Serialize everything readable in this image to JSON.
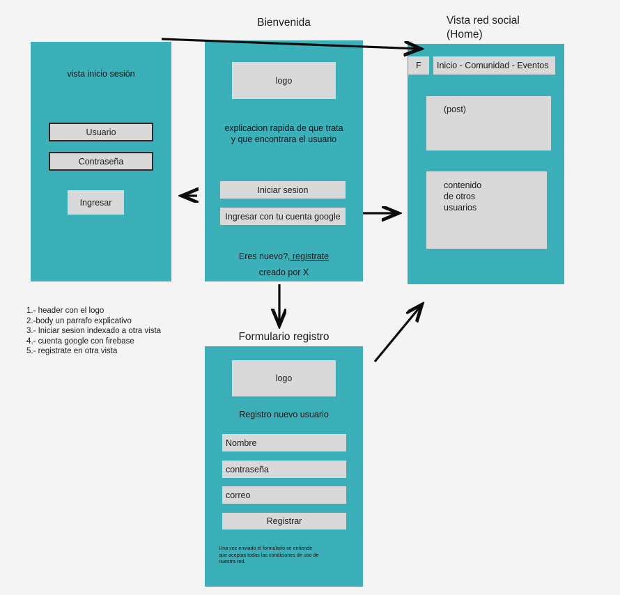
{
  "meta": {
    "background_color": "#f4f4f4",
    "panel_color": "#3cb0b8",
    "box_color": "#d9d9d9",
    "ink_color": "#1a1a1a"
  },
  "captions": {
    "welcome": "Bienvenida",
    "social": "Vista red social\n(Home)",
    "signup": "Formulario registro"
  },
  "login_panel": {
    "title": "vista inicio sesión",
    "usuario_field": "Usuario",
    "password_field": "Contraseña",
    "submit_button": "Ingresar"
  },
  "welcome_panel": {
    "logo_box": "logo",
    "description": "explicacion rapida de que trata\ny que encontrara el usuario",
    "login_button": "Iniciar sesion",
    "google_button": "Ingresar con tu cuenta google",
    "signup_prompt": "Eres nuevo?,",
    "signup_link": " registrate",
    "credit": "creado por X"
  },
  "social_panel": {
    "brand_badge": "F",
    "nav_bar": "Inicio - Comunidad - Eventos",
    "post_box": "(post)",
    "feed_box": "contenido\nde otros\nusuarios"
  },
  "signup_panel": {
    "logo_box": "logo",
    "subtitle": "Registro nuevo usuario",
    "name_field": "Nombre",
    "password_field": "contraseña",
    "email_field": "correo",
    "submit_button": "Registrar",
    "terms": "Una vez enviado el formulario se entiende\nque aceptas todas las condiciones de uso de\nnuestra red."
  },
  "legend": {
    "notes": "1.- header con el logo\n2.-body un parrafo explicativo\n3.- Iniciar sesion indexado a otra vista\n4.- cuenta google con firebase\n5.- registrate en otra vista"
  },
  "arrows": [
    {
      "name": "welcome-to-social",
      "from": [
        232,
        56
      ],
      "to": [
        608,
        70
      ]
    },
    {
      "name": "welcome-to-login",
      "from": [
        282,
        281
      ],
      "to": [
        258,
        281
      ]
    },
    {
      "name": "google-to-social",
      "from": [
        521,
        306
      ],
      "to": [
        575,
        306
      ]
    },
    {
      "name": "welcome-to-signup",
      "from": [
        401,
        408
      ],
      "to": [
        401,
        470
      ]
    },
    {
      "name": "signup-to-social",
      "from": [
        538,
        519
      ],
      "to": [
        609,
        434
      ]
    }
  ]
}
